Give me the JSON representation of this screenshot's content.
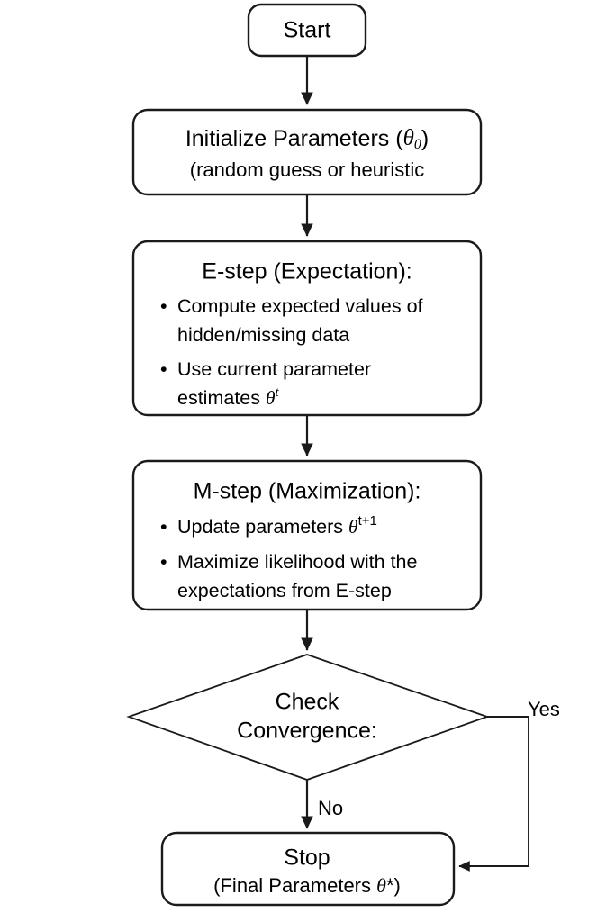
{
  "diagram": {
    "title": "EM Algorithm Flowchart",
    "background_color": "#ffffff",
    "line_color": "#1a1a1a",
    "text_color": "#000000",
    "nodes": {
      "start": {
        "shape": "rounded-rectangle",
        "label": "Start"
      },
      "initialize": {
        "shape": "rounded-rectangle",
        "heading_pre": "Initialize Parameters (",
        "heading_symbol": "θ",
        "heading_subscript": "0",
        "heading_post": ")",
        "subtitle": "(random guess or heuristic"
      },
      "e_step": {
        "shape": "rounded-rectangle",
        "heading": "E-step (Expectation):",
        "bullets": [
          {
            "line1": "Compute expected values of",
            "line2": "hidden/missing data"
          },
          {
            "line1": "Use current parameter",
            "line2_pre": "estimates ",
            "line2_symbol": "θ",
            "line2_superscript": "t"
          }
        ],
        "bullet_glyph": "•"
      },
      "m_step": {
        "shape": "rounded-rectangle",
        "heading": "M-step (Maximization):",
        "bullets": [
          {
            "line1_pre": "Update parameters ",
            "line1_symbol": "θ",
            "line1_superscript": "t+1"
          },
          {
            "line1": "Maximize likelihood with the",
            "line2": "expectations from E-step"
          }
        ],
        "bullet_glyph": "•"
      },
      "check": {
        "shape": "diamond",
        "label_line1": "Check",
        "label_line2": "Convergence:"
      },
      "stop": {
        "shape": "rounded-rectangle",
        "label": "Stop",
        "subtitle_pre": "(Final Parameters ",
        "subtitle_symbol": "θ",
        "subtitle_post": "*)"
      }
    },
    "edges": [
      {
        "from": "start",
        "to": "initialize",
        "label": ""
      },
      {
        "from": "initialize",
        "to": "e_step",
        "label": ""
      },
      {
        "from": "e_step",
        "to": "m_step",
        "label": ""
      },
      {
        "from": "m_step",
        "to": "check",
        "label": ""
      },
      {
        "from": "check",
        "to": "stop",
        "label": "No"
      },
      {
        "from": "check",
        "to": "stop",
        "label": "Yes"
      }
    ],
    "edge_labels": {
      "yes": "Yes",
      "no": "No"
    }
  }
}
